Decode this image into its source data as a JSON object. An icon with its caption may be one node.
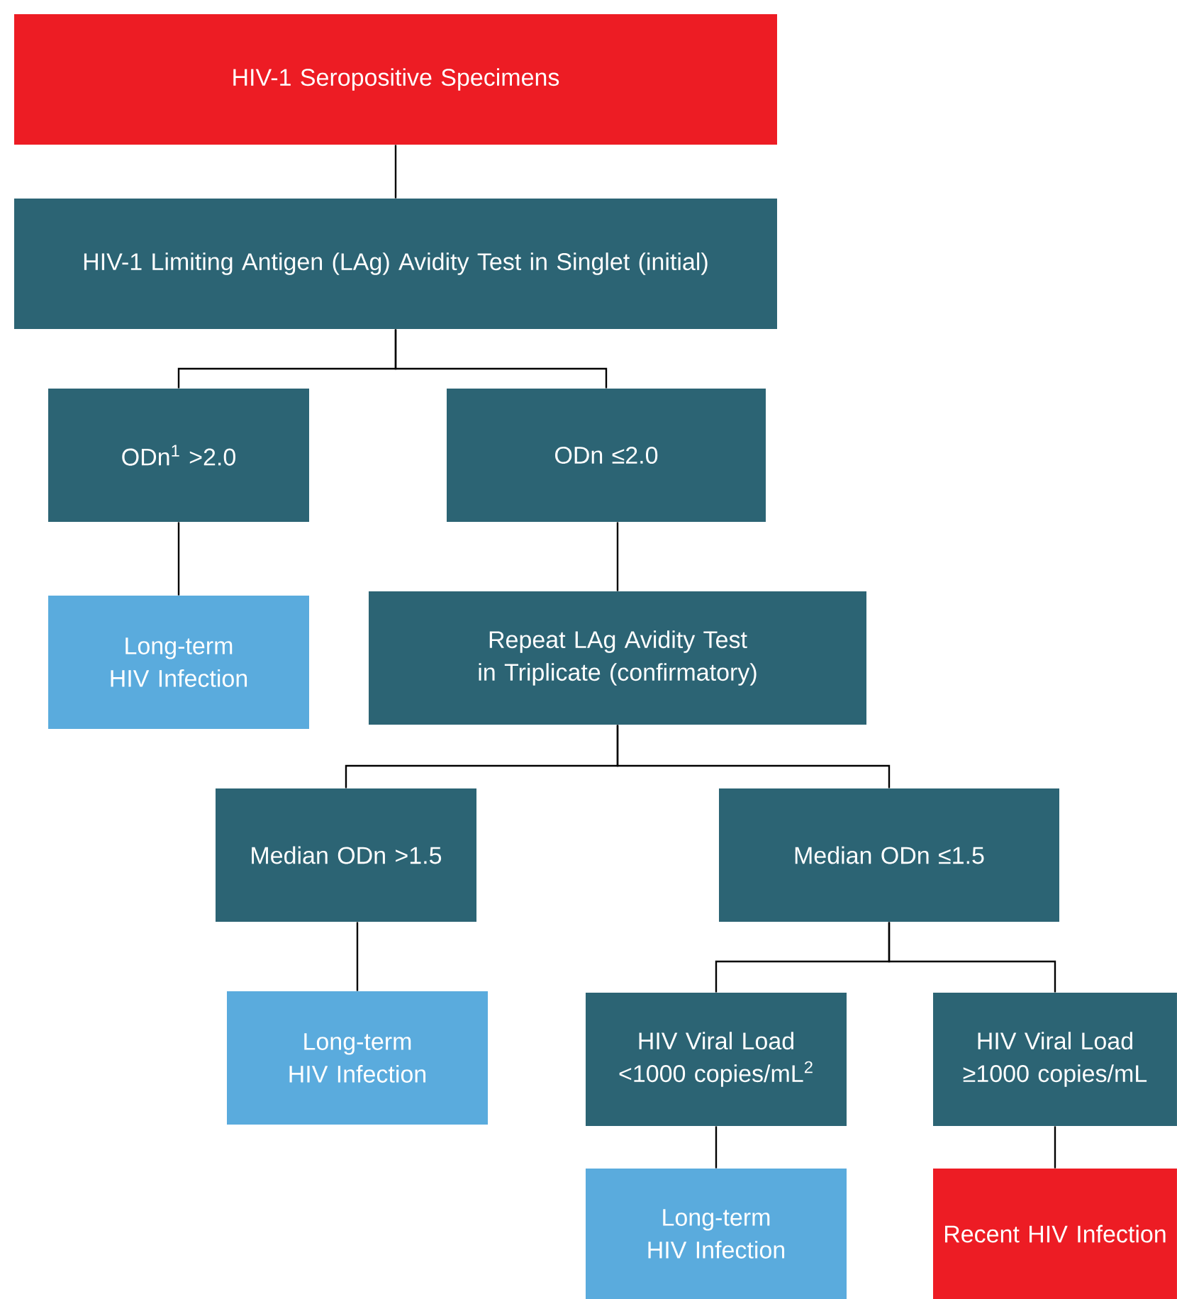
{
  "diagram": {
    "nodes": [
      {
        "text": [
          "HIV-1 Seropositive Specimens"
        ]
      },
      {
        "text": [
          "HIV-1 Limiting Antigen (LAg) Avidity Test in Singlet (initial)"
        ]
      },
      {
        "text": [
          "ODn$^{1}$ >2.0"
        ]
      },
      {
        "text": [
          "ODn ≤2.0"
        ]
      },
      {
        "text": [
          "Long-term HIV Infection"
        ]
      },
      {
        "text": [
          "Repeat LAg Avidity Test in Triplicate (confirmatory)"
        ]
      },
      {
        "text": [
          "Median ODn >1.5"
        ]
      },
      {
        "text": [
          "Median ODn ≤1.5"
        ]
      },
      {
        "text": [
          "Long-term HIV Infection"
        ]
      },
      {
        "text": [
          "HIV Viral Load <1000 copies/mL$^{2}$"
        ]
      },
      {
        "text": [
          "HIV Viral Load ≥1000 copies/mL"
        ]
      },
      {
        "text": [
          "Long-term HIV Infection"
        ]
      },
      {
        "text": [
          "Recent HIV Infection"
        ]
      }
    ],
    "edges": [
      {
        "from": 0,
        "to": 1,
        "arrow": "none"
      },
      {
        "from": 1,
        "to": 2,
        "arrow": "none"
      },
      {
        "from": 1,
        "to": 3,
        "arrow": "none"
      },
      {
        "from": 2,
        "to": 4,
        "arrow": "none"
      },
      {
        "from": 3,
        "to": 5,
        "arrow": "none"
      },
      {
        "from": 5,
        "to": 6,
        "arrow": "none"
      },
      {
        "from": 5,
        "to": 7,
        "arrow": "none"
      },
      {
        "from": 6,
        "to": 8,
        "arrow": "none"
      },
      {
        "from": 7,
        "to": 9,
        "arrow": "none"
      },
      {
        "from": 7,
        "to": 10,
        "arrow": "none"
      },
      {
        "from": 9,
        "to": 11,
        "arrow": "none"
      },
      {
        "from": 10,
        "to": 12,
        "arrow": "none"
      }
    ]
  }
}
